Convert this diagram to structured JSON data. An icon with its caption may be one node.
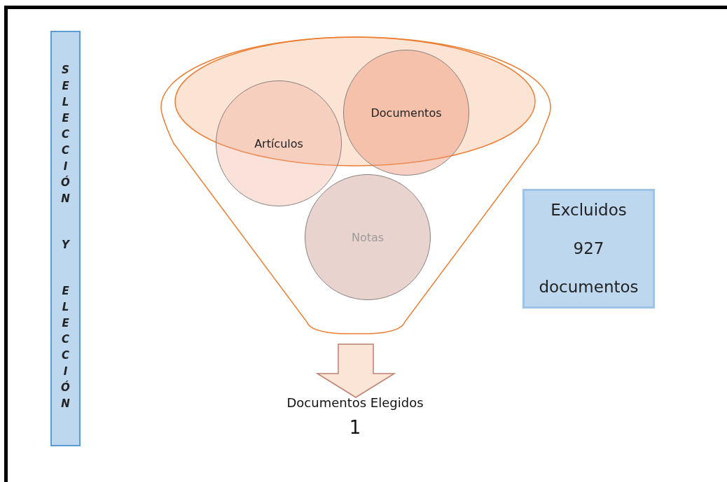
{
  "diagram": {
    "nodes": [
      {
        "text": [
          "SELECCIÓN Y ELECCIÓN"
        ]
      },
      {
        "text": [],
        "shape": "funnel"
      },
      {
        "text": [
          "Artículos"
        ],
        "in": 1
      },
      {
        "text": [
          "Documentos"
        ],
        "in": 1
      },
      {
        "text": [
          "Notas"
        ],
        "in": 1
      },
      {
        "text": [
          "Excluidos 927 documentos"
        ]
      },
      {
        "text": [
          "Documentos Elegidos",
          "1"
        ]
      }
    ],
    "edges": [
      {
        "from": 1,
        "to": 6,
        "arrow": "to"
      }
    ]
  }
}
